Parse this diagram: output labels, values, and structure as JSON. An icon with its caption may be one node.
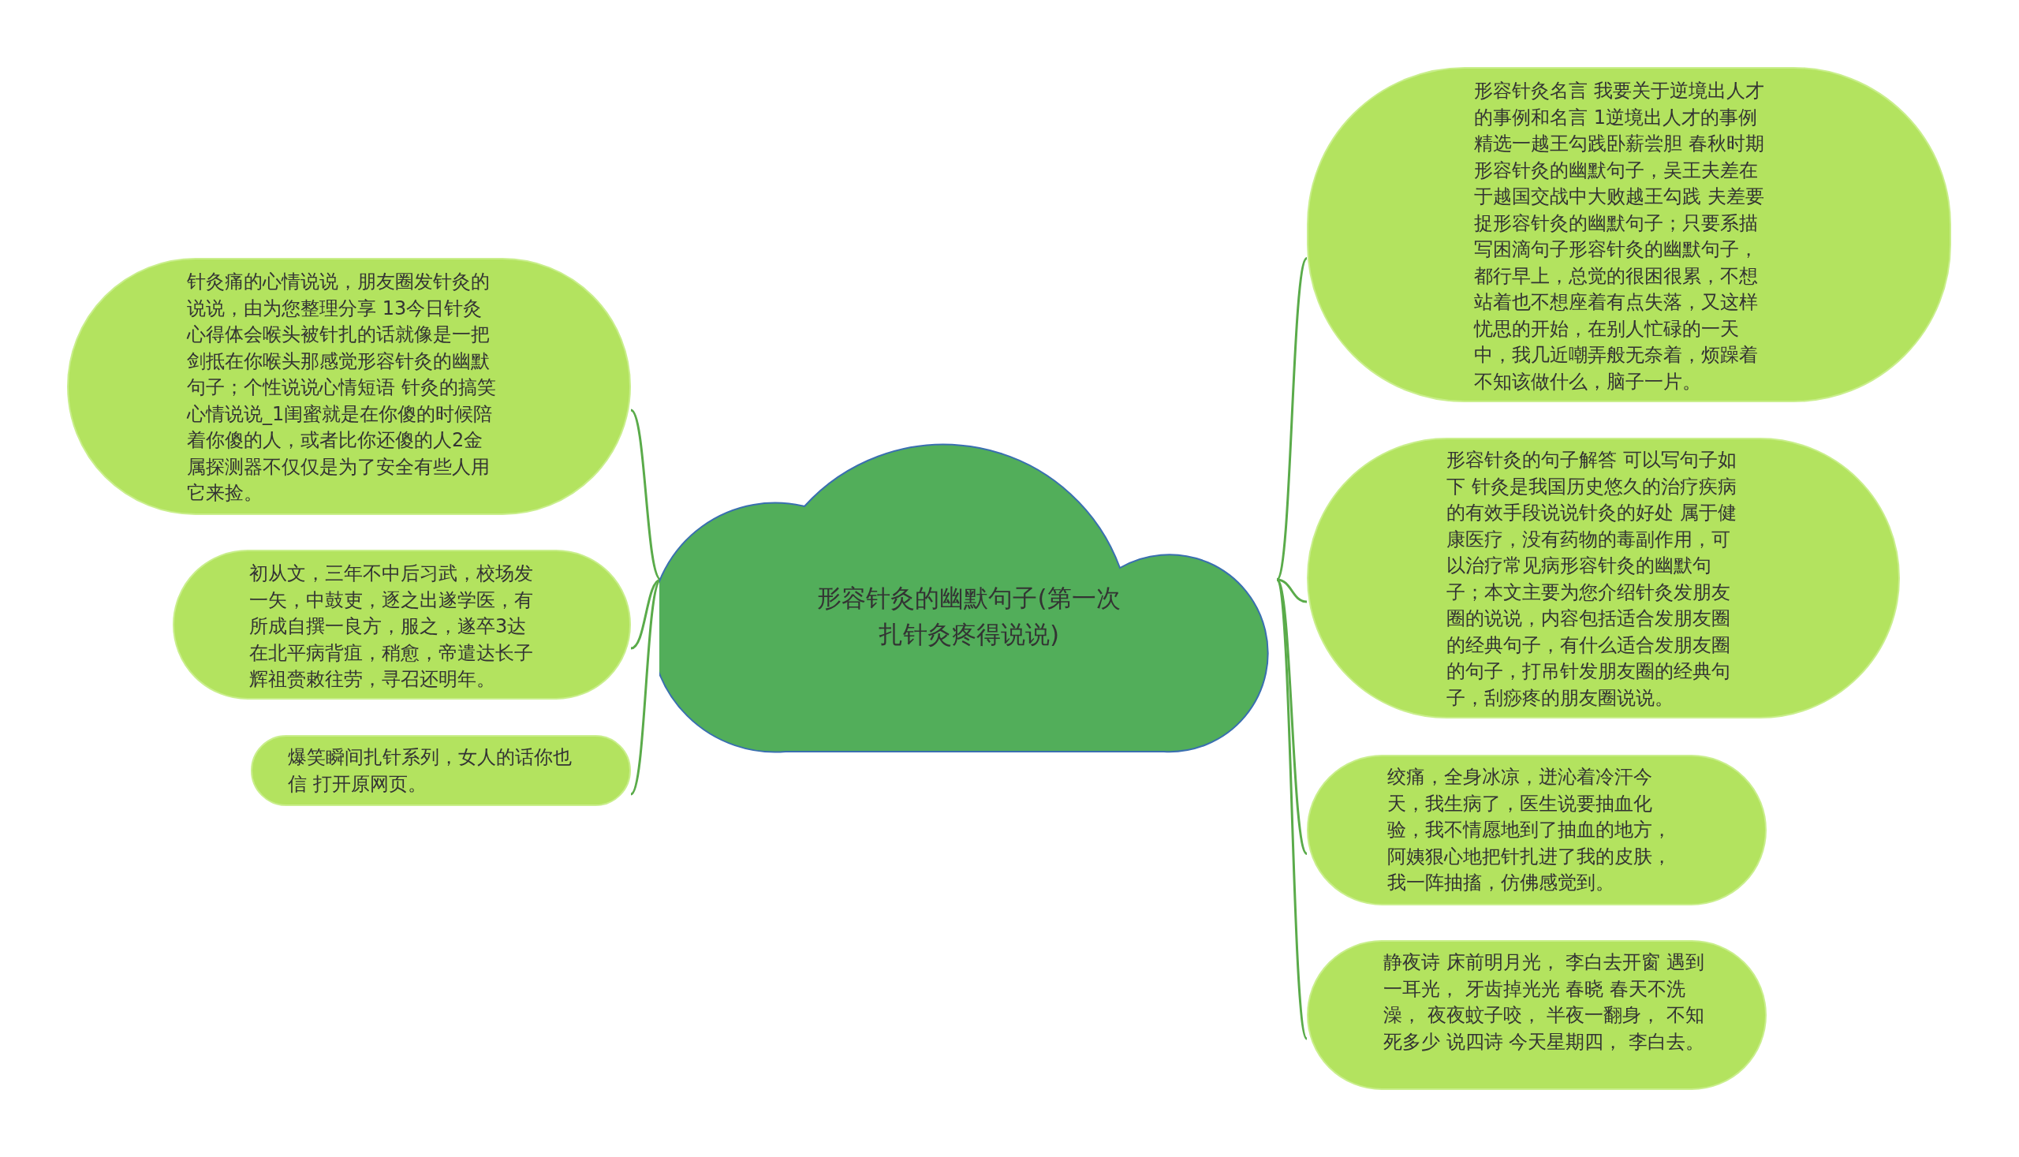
{
  "diagram": {
    "nodes": [
      {
        "text": [
          "形容针灸的幽默句子(第一次扎针灸疼得说说)"
        ]
      },
      {
        "text": [
          "针灸痛的心情说说，朋友圈发针灸的说说，由为您整理分享 13今日针灸心得体会喉头被针扎的话就像是一把剑抵在你喉头那感觉形容针灸的幽默句子；个性说说心情短语 针灸的搞笑心情说说_1闺蜜就是在你傻的时候陪着你傻的人，或者比你还傻的人2金属探测器不仅仅是为了安全有些人用它来捡。"
        ]
      },
      {
        "text": [
          "初从文，三年不中后习武，校场发一矢，中鼓吏，逐之出遂学医，有所成自撰一良方，服之，遂卒3达在北平病背疽，稍愈，帝遣达长子辉祖赍敕往劳，寻召还明年。"
        ]
      },
      {
        "text": [
          "爆笑瞬间扎针系列，女人的话你也信 打开原网页。"
        ]
      },
      {
        "text": [
          "形容针灸名言 我要关于逆境出人才的事例和名言 1逆境出人才的事例精选一越王勾践卧薪尝胆 春秋时期形容针灸的幽默句子，吴王夫差在于越国交战中大败越王勾践 夫差要捉形容针灸的幽默句子；只要系描写困滴句子形容针灸的幽默句子，都行早上，总觉的很困很累，不想站着也不想座着有点失落，又这样忧思的开始，在别人忙碌的一天中，我几近嘲弄般无奈着，烦躁着不知该做什么，脑子一片。"
        ]
      },
      {
        "text": [
          "形容针灸的句子解答 可以写句子如下 针灸是我国历史悠久的治疗疾病的有效手段说说针灸的好处 属于健康医疗，没有药物的毒副作用，可以治疗常见病形容针灸的幽默句子；本文主要为您介绍针灸发朋友圈的说说，内容包括适合发朋友圈的经典句子，有什么适合发朋友圈的句子，打吊针发朋友圈的经典句子，刮痧疼的朋友圈说说。"
        ]
      },
      {
        "text": [
          "绞痛，全身冰凉，迸沁着冷汗今天，我生病了，医生说要抽血化验，我不情愿地到了抽血的地方，阿姨狠心地把针扎进了我的皮肤，我一阵抽搐，仿佛感觉到。"
        ]
      },
      {
        "text": [
          "静夜诗 床前明月光， 李白去开窗 遇到一耳光， 牙齿掉光光 春晓 春天不洗澡， 夜夜蚊子咬， 半夜一翻身， 不知死多少 说四诗 今天星期四， 李白去。"
        ]
      }
    ],
    "edges": [
      {
        "from": 0,
        "to": 1,
        "arrow": "none"
      },
      {
        "from": 0,
        "to": 2,
        "arrow": "none"
      },
      {
        "from": 0,
        "to": 3,
        "arrow": "none"
      },
      {
        "from": 0,
        "to": 4,
        "arrow": "none"
      },
      {
        "from": 0,
        "to": 5,
        "arrow": "none"
      },
      {
        "from": 0,
        "to": 6,
        "arrow": "none"
      },
      {
        "from": 0,
        "to": 7,
        "arrow": "none"
      }
    ]
  }
}
